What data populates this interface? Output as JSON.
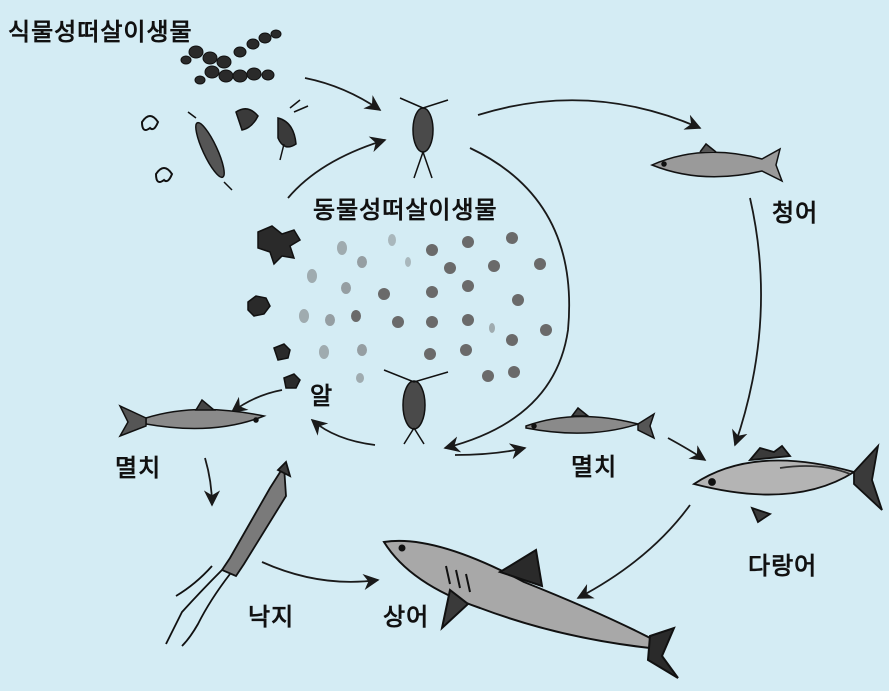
{
  "labels": {
    "phytoplankton": "식물성떠살이생물",
    "zooplankton": "동물성떠살이생물",
    "herring": "청어",
    "egg": "알",
    "anchovy_left": "멸치",
    "anchovy_right": "멸치",
    "mackerel": "다랑어",
    "octopus": "낙지",
    "shark": "상어"
  },
  "colors": {
    "background": "#d4ecf4",
    "ink": "#1a1a1a",
    "egg": "#6a6a6a"
  },
  "icons": [
    "phytoplankton-chain-icon",
    "diatom-icon",
    "copepod-icon",
    "krill-icon",
    "herring-icon",
    "anchovy-icon",
    "tuna-icon",
    "squid-icon",
    "shark-icon",
    "larva-icon",
    "fish-egg-icon"
  ]
}
